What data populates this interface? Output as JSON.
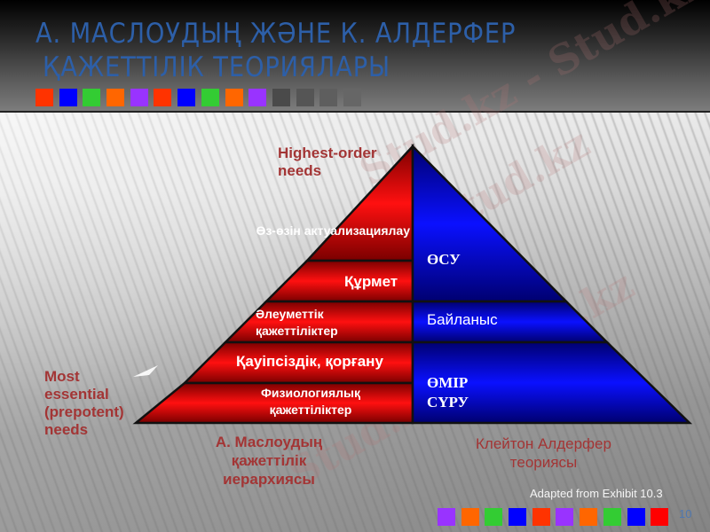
{
  "header": {
    "title_line1": "А. МАСЛОУДЫҢ ЖӘНЕ К. АЛДЕРФЕР",
    "title_line2": "ҚАЖЕТТІЛІК ТЕОРИЯЛАРЫ",
    "title_color": "#2d5fa8",
    "squares": [
      "#ff3300",
      "#0000ff",
      "#33cc33",
      "#ff6600",
      "#9933ff",
      "#ff3300",
      "#0000ff",
      "#33cc33",
      "#ff6600",
      "#9933ff",
      "#4a4a4a",
      "#555555",
      "#5e5e5e",
      "#666666"
    ]
  },
  "diagram": {
    "top_label": "Highest-order needs",
    "bottom_left_label": "Most essential (prepotent) needs",
    "maslow": {
      "color": "#e00000",
      "levels": [
        {
          "label": "Өз-өзін актуализациялау"
        },
        {
          "label": "Құрмет"
        },
        {
          "label": "Әлеуметтік қажеттіліктер"
        },
        {
          "label": "Қауіпсіздік, қорғану"
        },
        {
          "label": "Физиологиялық қажеттіліктер"
        }
      ],
      "caption": "А. Маслоудың қажеттілік иерархиясы"
    },
    "alderfer": {
      "color": "#0000e0",
      "levels": [
        {
          "label": "ӨСУ"
        },
        {
          "label": "Байланыс"
        },
        {
          "label": "ӨМІР СҮРУ"
        }
      ],
      "caption": "Клейтон Алдерфер теориясы"
    }
  },
  "footer": {
    "source": "Adapted from Exhibit 10.3",
    "page_number": "10",
    "squares": [
      "#9933ff",
      "#ff6600",
      "#33cc33",
      "#0000ff",
      "#ff3300",
      "#9933ff",
      "#ff6600",
      "#33cc33",
      "#0000ff",
      "#ff0000"
    ]
  },
  "watermark": "Stud.kz - Stud.kz"
}
